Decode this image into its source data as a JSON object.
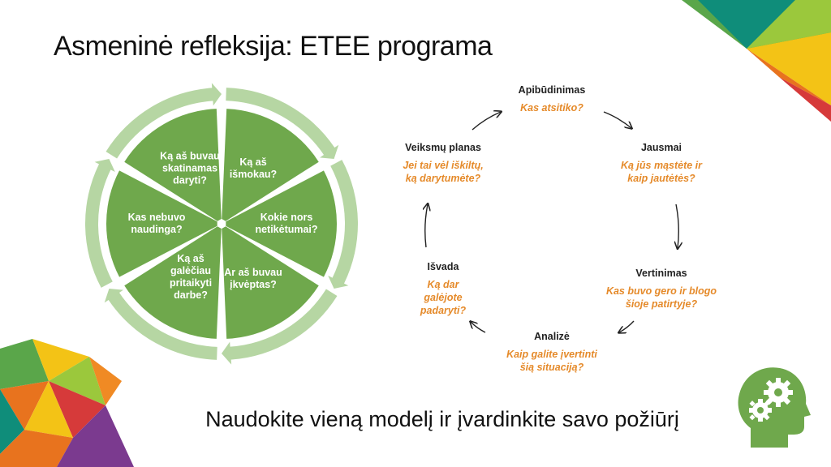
{
  "title": "Asmeninė refleksija: ETEE programa",
  "footer": "Naudokite vieną modelį ir įvardinkite savo požiūrį",
  "colors": {
    "segment_green": "#6fa84c",
    "outer_ring": "#b6d6a3",
    "question_orange": "#e58a2a",
    "arrow": "#222222",
    "head_icon": "#6fa84c",
    "decor": [
      "#f3c316",
      "#e8731e",
      "#d63a3a",
      "#7b3a8f",
      "#5aa64a",
      "#0f8d7a"
    ]
  },
  "wheel": {
    "segments": [
      {
        "label": "Ką aš\nišmokau?"
      },
      {
        "label": "Kokie nors\nnetikėtumai?"
      },
      {
        "label": "Ar aš buvau\nįkvėptas?"
      },
      {
        "label": "Ką aš\ngalėčiau\npritaikyti\ndarbe?"
      },
      {
        "label": "Kas nebuvo\nnaudinga?"
      },
      {
        "label": "Ką aš buvau\nskatinamas\ndaryti?"
      }
    ]
  },
  "cycle": {
    "stages": [
      {
        "title": "Apibūdinimas",
        "question": "Kas atsitiko?"
      },
      {
        "title": "Jausmai",
        "question": "Ką jūs mąstėte ir\nkaip jautėtės?"
      },
      {
        "title": "Vertinimas",
        "question": "Kas buvo gero ir blogo\nšioje patirtyje?"
      },
      {
        "title": "Analizė",
        "question": "Kaip galite įvertinti\nšią situaciją?"
      },
      {
        "title": "Išvada",
        "question": "Ką dar\ngalėjote\npadaryti?"
      },
      {
        "title": "Veiksmų planas",
        "question": "Jei tai vėl iškiltų,\nką darytumėte?"
      }
    ]
  },
  "icons": [
    "head-gears-icon"
  ]
}
